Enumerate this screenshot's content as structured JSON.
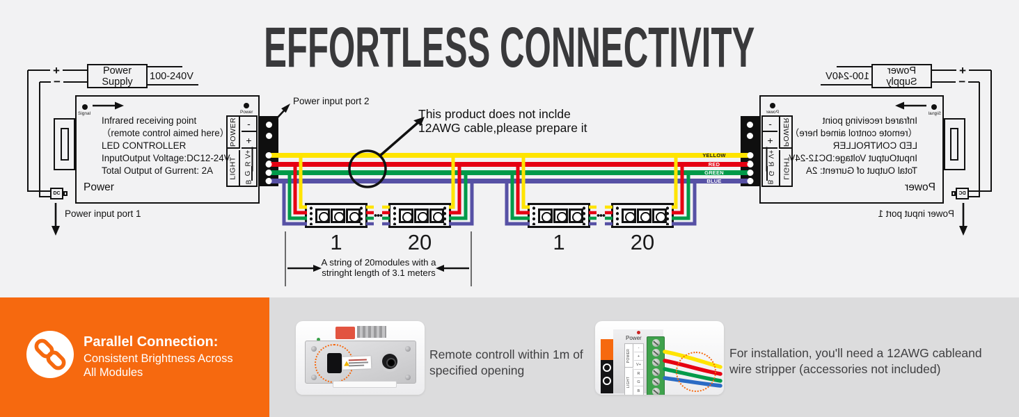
{
  "title": "EFFORTLESS CONNECTIVITY",
  "colors": {
    "orange": "#f6690f",
    "yellow": "#ffe400",
    "red": "#e60012",
    "green": "#009a49",
    "blue": "#5751a5"
  },
  "controller": {
    "power_supply": {
      "line1": "Power",
      "line2": "Supply",
      "voltage": "100-240V"
    },
    "plus": "+",
    "minus": "−",
    "dc_label": "DC",
    "signal_label": "Signal",
    "power_dot_label": "Power",
    "body_lines": [
      "Infrared receiving point",
      "（remote control aimed here）",
      "LED CONTROLLER",
      "InputOutput Voltage:DC12-24V",
      "Total Output of Gurrent: 2A"
    ],
    "power_label": "Power",
    "terminal": {
      "power": "POWER",
      "light": "LIGHT",
      "cells": [
        "-",
        "+",
        "V+",
        "R",
        "G",
        "B"
      ]
    },
    "input_port1": "Power input port 1"
  },
  "diagram": {
    "input_port2": "Power input port 2",
    "note_line1": "This product does not inclde",
    "note_line2": "12AWG cable,please prepare it",
    "wire_labels": [
      "YELLOW",
      "RED",
      "GREEN",
      "BLUE"
    ],
    "module_first": "1",
    "module_last": "20",
    "dim_line1": "A string of 20modules with a",
    "dim_line2": "stringht length of 3.1 meters"
  },
  "bottom": {
    "parallel": {
      "heading": "Parallel Connection:",
      "sub1": "Consistent Brightness Across",
      "sub2": "All Modules"
    },
    "remote": {
      "line1": "Remote controll within 1m of",
      "line2": "specified opening"
    },
    "install": {
      "line1": "For installation, you'll need a 12AWG cableand",
      "line2": "wire stripper (accessories not included)"
    },
    "photo_power_label": "Power"
  }
}
